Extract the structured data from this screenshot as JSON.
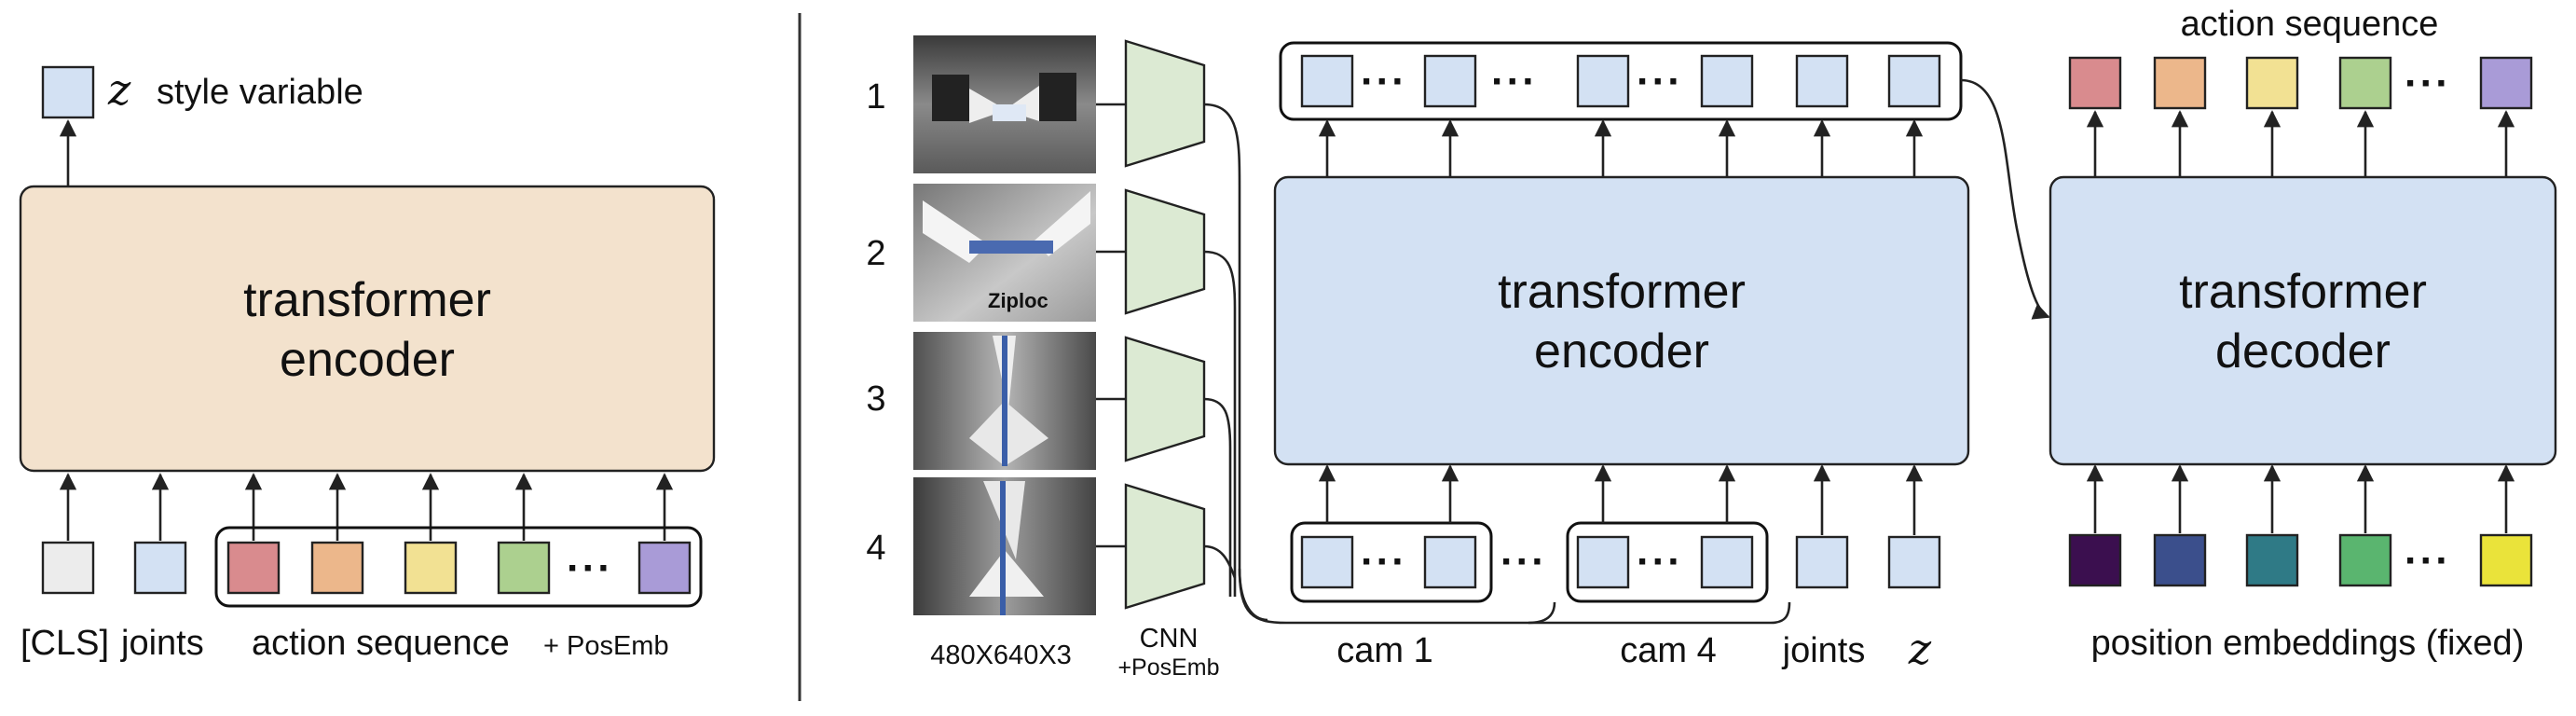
{
  "left_panel": {
    "style_variable_symbol": "z",
    "style_variable_label": "style variable",
    "encoder_line1": "transformer",
    "encoder_line2": "encoder",
    "cls_label": "[CLS]",
    "joints_label": "joints",
    "action_label": "action sequence",
    "posemb_label": "+ PosEmb",
    "dots": "···",
    "action_token_colors": [
      "#d98b8e",
      "#ecb78b",
      "#f2e193",
      "#acd08f",
      "#a99bd7"
    ],
    "cls_color": "#ececec",
    "joints_color": "#d3e1f3",
    "encoder_fill": "#f3e2cd"
  },
  "right_panel": {
    "camera_numbers": [
      "1",
      "2",
      "3",
      "4"
    ],
    "image_size_label": "480X640X3",
    "cnn_label": "CNN",
    "cnn_posemb_label": "+PosEmb",
    "encoder_line1": "transformer",
    "encoder_line2": "encoder",
    "decoder_line1": "transformer",
    "decoder_line2": "decoder",
    "cam1_label": "cam 1",
    "cam4_label": "cam 4",
    "joints_label": "joints",
    "z_symbol": "z",
    "action_sequence_label": "action sequence",
    "position_embeddings_label": "position embeddings (fixed)",
    "dots": "···",
    "image_caption_text": "Ziploc",
    "action_token_colors": [
      "#d98b8e",
      "#ecb78b",
      "#f2e193",
      "#acd08f",
      "#a99bd7"
    ],
    "position_embedding_colors": [
      "#3b0f4f",
      "#3b4f8c",
      "#2f7a86",
      "#5ab56f",
      "#eae33a"
    ],
    "block_fill": "#d3e1f3",
    "cnn_fill": "#dcead3",
    "token_fill": "#d3e1f3"
  }
}
